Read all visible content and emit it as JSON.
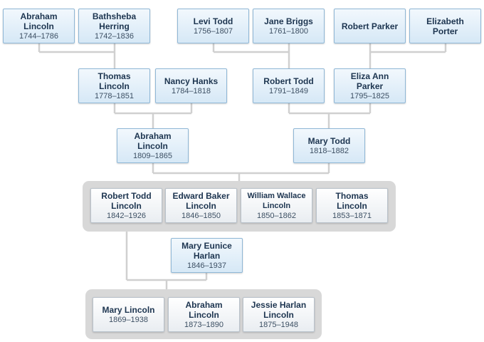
{
  "people": {
    "abraham_lincoln_sr": {
      "name": "Abraham Lincoln",
      "dates": "1744–1786"
    },
    "bathsheba_herring": {
      "name": "Bathsheba Herring",
      "dates": "1742–1836"
    },
    "levi_todd": {
      "name": "Levi Todd",
      "dates": "1756–1807"
    },
    "jane_briggs": {
      "name": "Jane Briggs",
      "dates": "1761–1800"
    },
    "robert_parker": {
      "name": "Robert Parker",
      "dates": ""
    },
    "elizabeth_porter": {
      "name": "Elizabeth Porter",
      "dates": ""
    },
    "thomas_lincoln": {
      "name": "Thomas Lincoln",
      "dates": "1778–1851"
    },
    "nancy_hanks": {
      "name": "Nancy Hanks",
      "dates": "1784–1818"
    },
    "robert_todd": {
      "name": "Robert Todd",
      "dates": "1791–1849"
    },
    "eliza_ann_parker": {
      "name": "Eliza Ann Parker",
      "dates": "1795–1825"
    },
    "abraham_lincoln": {
      "name": "Abraham Lincoln",
      "dates": "1809–1865"
    },
    "mary_todd": {
      "name": "Mary Todd",
      "dates": "1818–1882"
    },
    "robert_todd_lincoln": {
      "name": "Robert Todd Lincoln",
      "dates": "1842–1926"
    },
    "edward_baker_lincoln": {
      "name": "Edward Baker Lincoln",
      "dates": "1846–1850"
    },
    "william_wallace_lincoln": {
      "name": "William Wallace Lincoln",
      "dates": "1850–1862"
    },
    "thomas_lincoln_jr": {
      "name": "Thomas Lincoln",
      "dates": "1853–1871"
    },
    "mary_eunice_harlan": {
      "name": "Mary Eunice Harlan",
      "dates": "1846–1937"
    },
    "mary_lincoln": {
      "name": "Mary Lincoln",
      "dates": "1869–1938"
    },
    "abraham_lincoln_ii": {
      "name": "Abraham Lincoln",
      "dates": "1873–1890"
    },
    "jessie_harlan_lincoln": {
      "name": "Jessie Harlan Lincoln",
      "dates": "1875–1948"
    }
  },
  "colors": {
    "ancestor_border": "#8fb7d6",
    "child_border": "#b9c2cb",
    "connector": "#d0d0d0",
    "group_background": "#d8d8d8",
    "text": "#1d3550"
  }
}
